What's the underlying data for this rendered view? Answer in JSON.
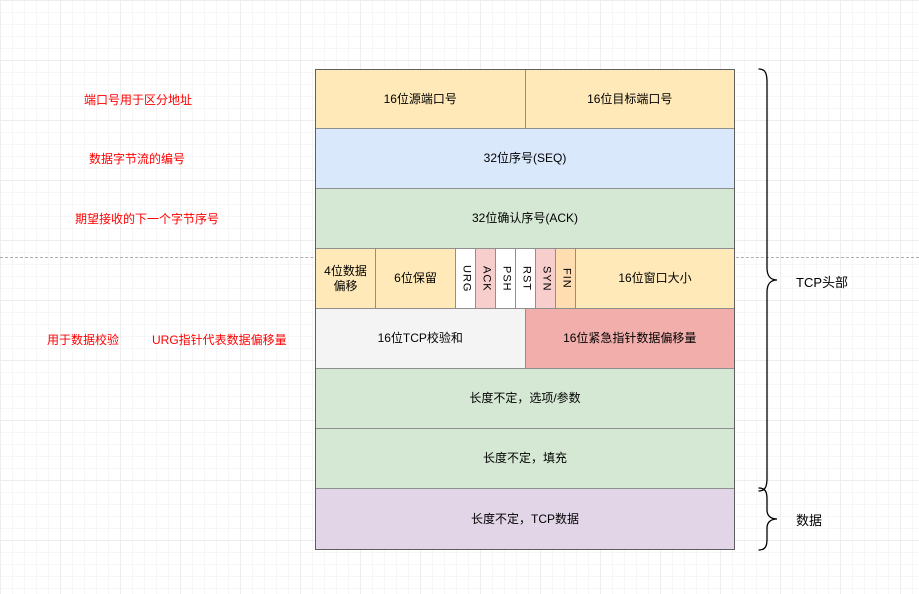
{
  "annotations": {
    "left": [
      {
        "label": "端口号用于区分地址"
      },
      {
        "label": "数据字节流的编号"
      },
      {
        "label": "期望接收的下一个字节序号"
      },
      {
        "label": "用于数据校验"
      },
      {
        "label": "URG指针代表数据偏移量"
      }
    ],
    "right": [
      {
        "label": "TCP头部"
      },
      {
        "label": "数据"
      }
    ]
  },
  "diagram": {
    "rows": [
      {
        "cells": [
          {
            "label": "16位源端口号"
          },
          {
            "label": "16位目标端口号"
          }
        ]
      },
      {
        "cells": [
          {
            "label": "32位序号(SEQ)"
          }
        ]
      },
      {
        "cells": [
          {
            "label": "32位确认序号(ACK)"
          }
        ]
      },
      {
        "cells": [
          {
            "label": "4位数据偏移"
          },
          {
            "label": "6位保留"
          },
          {
            "label": "URG"
          },
          {
            "label": "ACK"
          },
          {
            "label": "PSH"
          },
          {
            "label": "RST"
          },
          {
            "label": "SYN"
          },
          {
            "label": "FIN"
          },
          {
            "label": "16位窗口大小"
          }
        ]
      },
      {
        "cells": [
          {
            "label": "16位TCP校验和"
          },
          {
            "label": "16位紧急指针数据偏移量"
          }
        ]
      },
      {
        "cells": [
          {
            "label": "长度不定，选项/参数"
          }
        ]
      },
      {
        "cells": [
          {
            "label": "长度不定，填充"
          }
        ]
      },
      {
        "cells": [
          {
            "label": "长度不定，TCP数据"
          }
        ]
      }
    ]
  },
  "colors": {
    "row_port": "#ffe9b8",
    "row_seq": "#dae8fc",
    "row_ack": "#d5e8d4",
    "flag_pink": "#f8cecc",
    "urgent_pointer": "#f2aeab",
    "checksum": "#f4f4f4",
    "options_padding": "#d5e8d4",
    "tcp_data": "#e1d5e7",
    "annotation_text": "#ff0000"
  }
}
